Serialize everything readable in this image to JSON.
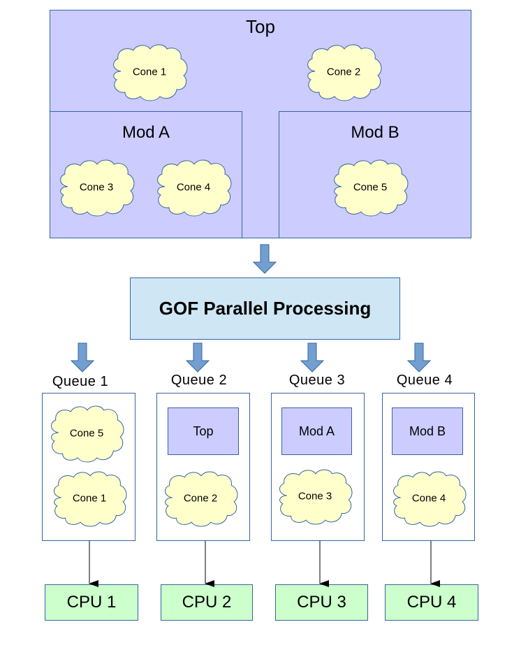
{
  "colors": {
    "module_fill": "#ccccff",
    "border": "#3465a4",
    "cloud_fill": "#ffffcc",
    "cloud_stroke": "#3465a4",
    "process_fill": "#cfe7f5",
    "cpu_fill": "#ccffcc",
    "block_arrow_fill": "#729fcf"
  },
  "hierarchy": {
    "top": {
      "label": "Top",
      "cones": [
        "Cone 1",
        "Cone 2"
      ]
    },
    "mod_a": {
      "label": "Mod A",
      "cones": [
        "Cone 3",
        "Cone 4"
      ]
    },
    "mod_b": {
      "label": "Mod B",
      "cones": [
        "Cone 5"
      ]
    }
  },
  "process": {
    "label": "GOF Parallel Processing"
  },
  "queues": [
    {
      "label": "Queue 1",
      "module": null,
      "cones": [
        "Cone 5",
        "Cone 1"
      ],
      "cpu": "CPU 1"
    },
    {
      "label": "Queue 2",
      "module": "Top",
      "cones": [
        "Cone 2"
      ],
      "cpu": "CPU 2"
    },
    {
      "label": "Queue 3",
      "module": "Mod A",
      "cones": [
        "Cone 3"
      ],
      "cpu": "CPU 3"
    },
    {
      "label": "Queue 4",
      "module": "Mod B",
      "cones": [
        "Cone 4"
      ],
      "cpu": "CPU 4"
    }
  ]
}
